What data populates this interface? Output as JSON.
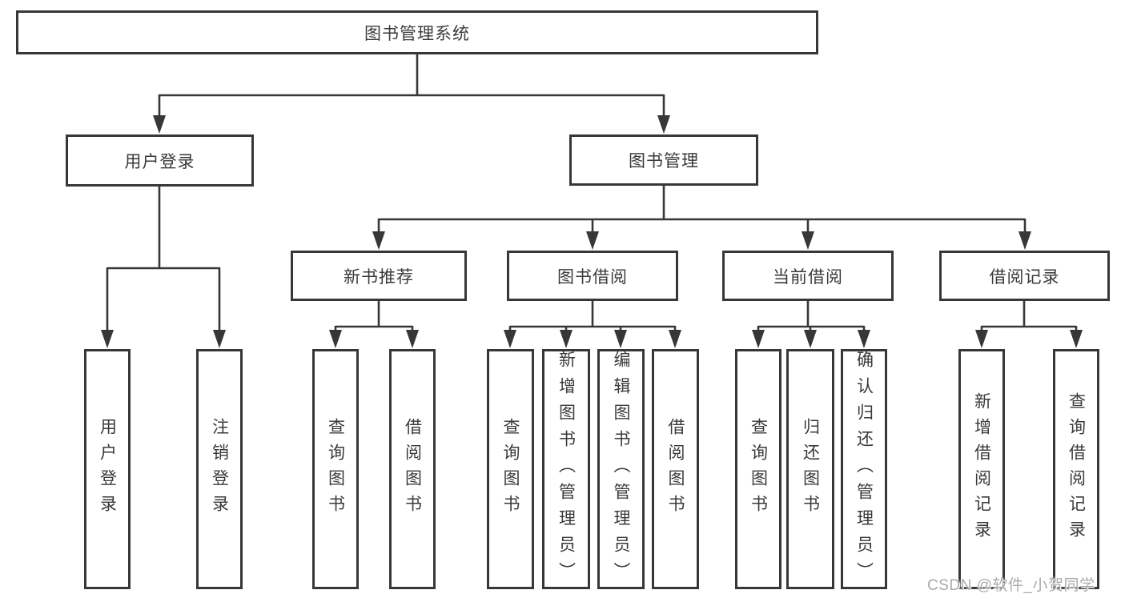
{
  "diagram": {
    "type": "hierarchy-tree",
    "colors": {
      "line": "#373737",
      "text": "#3a3a3a",
      "background": "#ffffff",
      "watermark": "#aaaaaa"
    },
    "root": {
      "label": "图书管理系统"
    },
    "level1": [
      {
        "label": "用户登录"
      },
      {
        "label": "图书管理"
      }
    ],
    "level2": [
      {
        "label": "新书推荐",
        "parent": "图书管理"
      },
      {
        "label": "图书借阅",
        "parent": "图书管理"
      },
      {
        "label": "当前借阅",
        "parent": "图书管理"
      },
      {
        "label": "借阅记录",
        "parent": "图书管理"
      }
    ],
    "leaves": [
      {
        "label": "用户登录",
        "parent": "用户登录"
      },
      {
        "label": "注销登录",
        "parent": "用户登录"
      },
      {
        "label": "查询图书",
        "parent": "新书推荐"
      },
      {
        "label": "借阅图书",
        "parent": "新书推荐"
      },
      {
        "label": "查询图书",
        "parent": "图书借阅"
      },
      {
        "label": "新增图书（管理员）",
        "parent": "图书借阅"
      },
      {
        "label": "编辑图书（管理员）",
        "parent": "图书借阅"
      },
      {
        "label": "借阅图书",
        "parent": "图书借阅"
      },
      {
        "label": "查询图书",
        "parent": "当前借阅"
      },
      {
        "label": "归还图书",
        "parent": "当前借阅"
      },
      {
        "label": "确认归还（管理员）",
        "parent": "当前借阅"
      },
      {
        "label": "新增借阅记录",
        "parent": "借阅记录"
      },
      {
        "label": "查询借阅记录",
        "parent": "借阅记录"
      }
    ],
    "watermark": "CSDN @软件_小贺同学"
  }
}
